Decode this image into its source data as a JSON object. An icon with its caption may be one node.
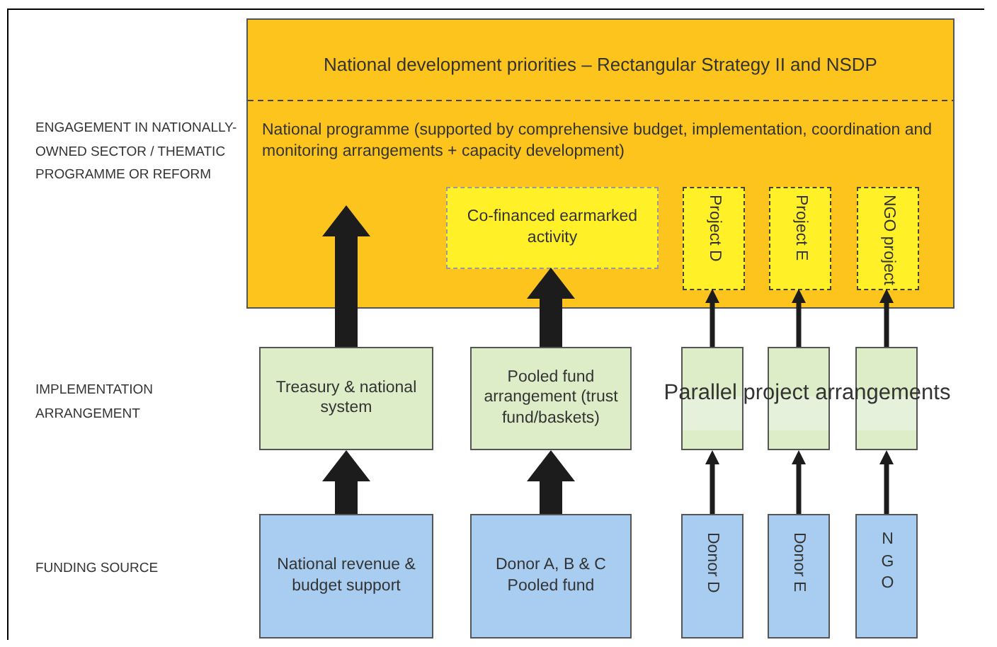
{
  "diagram": {
    "nodes": [
      {
        "text": [
          "National development priorities – Rectangular Strategy II and NSDP",
          "National programme (supported by comprehensive budget, implementation, coordination and monitoring arrangements + capacity development)"
        ]
      },
      {
        "text": [
          "Co-financed earmarked activity"
        ],
        "in": 0
      },
      {
        "text": [
          "Project D"
        ],
        "in": 0
      },
      {
        "text": [
          "Project E"
        ],
        "in": 0
      },
      {
        "text": [
          "NGO project"
        ],
        "in": 0
      },
      {
        "text": [
          "Treasury & national system"
        ]
      },
      {
        "text": [
          "Pooled fund arrangement (trust fund/baskets)"
        ]
      },
      {
        "text": [],
        "shape": "box"
      },
      {
        "text": [],
        "shape": "box"
      },
      {
        "text": [],
        "shape": "box"
      },
      {
        "text": [
          "National revenue & budget support"
        ]
      },
      {
        "text": [
          "Donor A, B & C Pooled fund"
        ]
      },
      {
        "text": [
          "Donor D"
        ]
      },
      {
        "text": [
          "Donor E"
        ]
      },
      {
        "text": [
          "N G O"
        ]
      }
    ],
    "edges": [
      {
        "from": 5,
        "to": 0,
        "arrow": "to",
        "style": "thick"
      },
      {
        "from": 6,
        "to": 1,
        "arrow": "to",
        "style": "thick"
      },
      {
        "from": 7,
        "to": 2,
        "arrow": "to"
      },
      {
        "from": 8,
        "to": 3,
        "arrow": "to"
      },
      {
        "from": 9,
        "to": 4,
        "arrow": "to"
      },
      {
        "from": 10,
        "to": 5,
        "arrow": "to",
        "style": "thick"
      },
      {
        "from": 11,
        "to": 6,
        "arrow": "to",
        "style": "thick"
      },
      {
        "from": 12,
        "to": 7,
        "arrow": "to"
      },
      {
        "from": 13,
        "to": 8,
        "arrow": "to"
      },
      {
        "from": 14,
        "to": 9,
        "arrow": "to"
      }
    ],
    "labels": [
      "ENGAGEMENT IN NATIONALLY-OWNED SECTOR / THEMATIC PROGRAMME OR REFORM",
      "IMPLEMENTATION ARRANGEMENT",
      "FUNDING SOURCE",
      "Parallel project arrangements"
    ]
  }
}
